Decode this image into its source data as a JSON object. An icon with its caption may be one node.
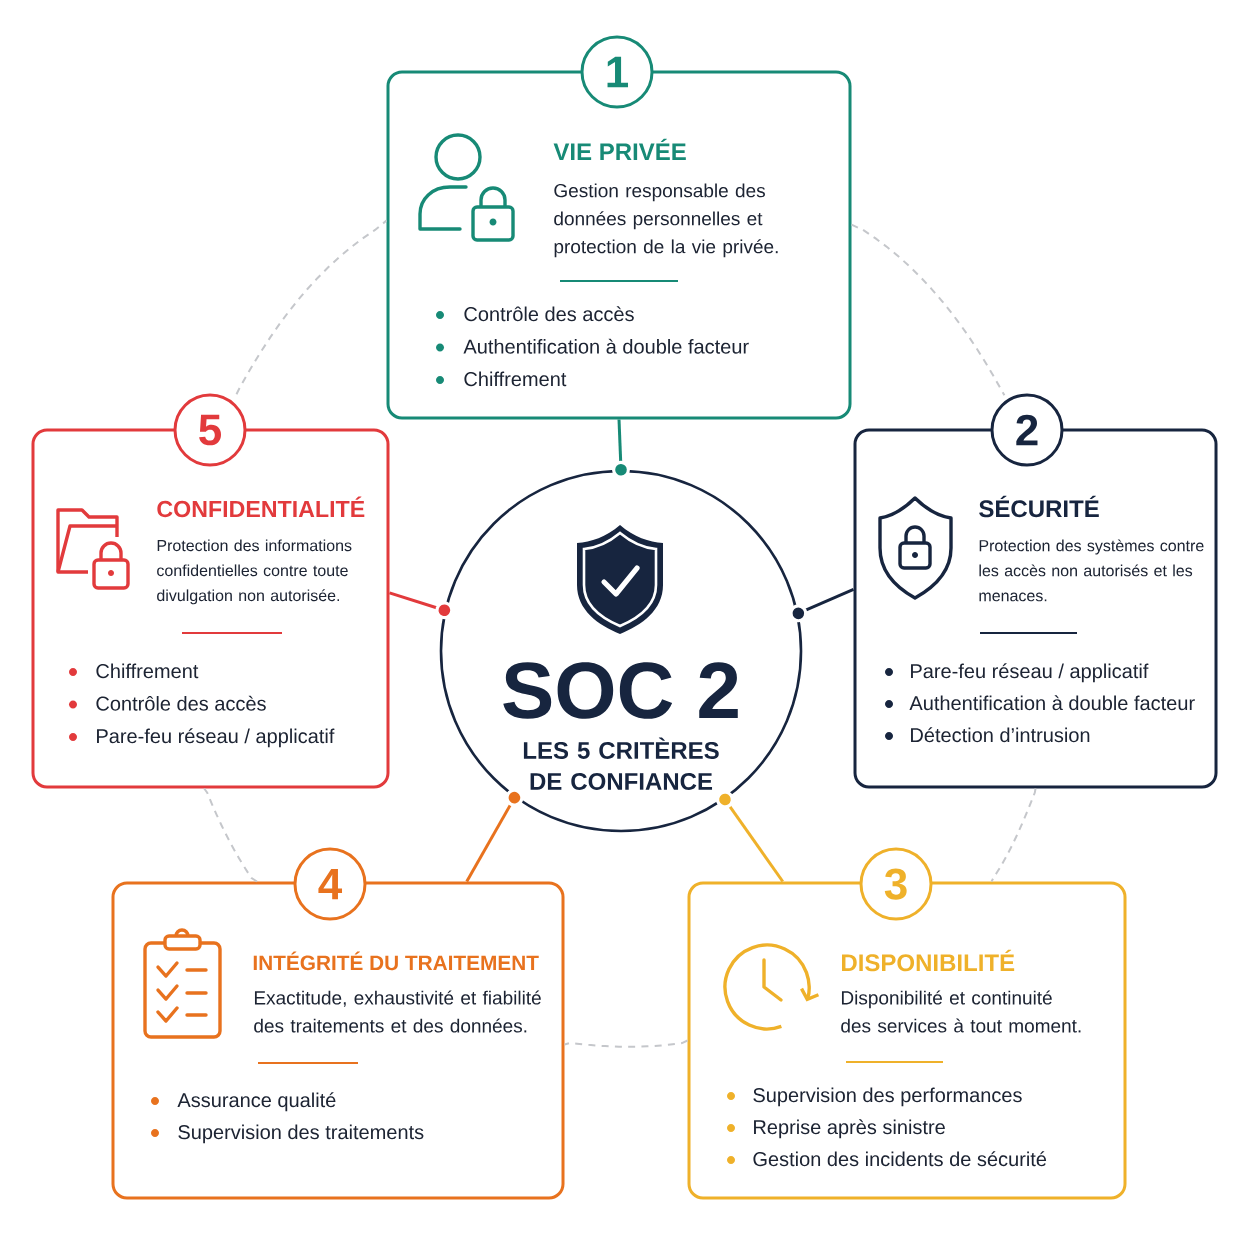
{
  "diagram": {
    "nodes": [
      {
        "text": [
          "1",
          "VIE PRIVÉE",
          "Gestion responsable des données personnelles et protection de la vie privée.",
          "Contrôle des accès",
          "Authentification à double facteur",
          "Chiffrement"
        ]
      },
      {
        "text": [
          "5",
          "CONFIDENTIALITÉ",
          "Protection des informations confidentielles contre toute divulgation non autorisée.",
          "Chiffrement",
          "Contrôle des accès",
          "Pare-feu réseau / applicatif"
        ]
      },
      {
        "text": [
          "SOC 2",
          "LES 5 CRITÈRES DE CONFIANCE"
        ]
      },
      {
        "text": [
          "2",
          "SÉCURITÉ",
          "Protection des systèmes contre les accès non autorisés et les menaces.",
          "Pare-feu réseau / applicatif",
          "Authentification à double facteur",
          "Détection d’intrusion"
        ]
      },
      {
        "text": [
          "4",
          "INTÉGRITÉ DU TRAITEMENT",
          "Exactitude, exhaustivité et fiabilité des traitements et des données.",
          "Assurance qualité",
          "Supervision des traitements"
        ]
      },
      {
        "text": [
          "3",
          "DISPONIBILITÉ",
          "Disponibilité et continuité des services à tout moment.",
          "Supervision des performances",
          "Reprise après sinistre",
          "Gestion des incidents de sécurité"
        ]
      }
    ],
    "edges": [
      {
        "from": 0,
        "to": 2,
        "arrow": "other",
        "color": "#178a76"
      },
      {
        "from": 1,
        "to": 2,
        "arrow": "other",
        "color": "#e23a3c"
      },
      {
        "from": 3,
        "to": 2,
        "arrow": "other",
        "color": "#17253f"
      },
      {
        "from": 4,
        "to": 2,
        "arrow": "other",
        "color": "#e8721e"
      },
      {
        "from": 5,
        "to": 2,
        "arrow": "other",
        "color": "#efb12a"
      },
      {
        "from": 1,
        "to": 0,
        "arrow": "none",
        "style": "dashed",
        "color": "#c5c7cb"
      },
      {
        "from": 0,
        "to": 3,
        "arrow": "none",
        "style": "dashed",
        "color": "#c5c7cb"
      },
      {
        "from": 3,
        "to": 5,
        "arrow": "none",
        "style": "dashed",
        "color": "#c5c7cb"
      },
      {
        "from": 5,
        "to": 4,
        "arrow": "none",
        "style": "dashed",
        "color": "#c5c7cb"
      },
      {
        "from": 4,
        "to": 1,
        "arrow": "none",
        "style": "dashed",
        "color": "#c5c7cb"
      }
    ]
  }
}
